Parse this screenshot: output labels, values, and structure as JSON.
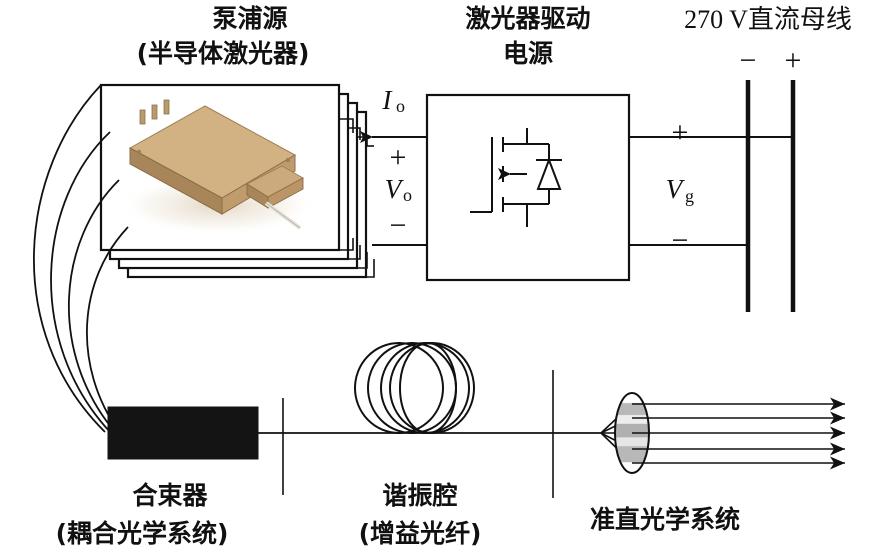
{
  "figure": {
    "title_top_left": "泵浦源",
    "subtitle_top_left": "(半导体激光器)",
    "title_top_mid_line1": "激光器驱动",
    "title_top_mid_line2": "电源",
    "title_top_right": "270 V直流母线",
    "bottom_left_line1": "合束器",
    "bottom_left_line2": "(耦合光学系统)",
    "bottom_mid_line1": "谐振腔",
    "bottom_mid_line2": "(增益光纤)",
    "bottom_right": "准直光学系统"
  },
  "electrical": {
    "output_current_symbol": "I",
    "output_current_subscript": "o",
    "output_voltage_symbol": "V",
    "output_voltage_subscript": "o",
    "bus_voltage_symbol": "V",
    "bus_voltage_subscript": "g",
    "out_plus": "+",
    "out_minus": "−",
    "bus_plus": "+",
    "bus_minus": "−",
    "rail_minus_sign": "−",
    "rail_plus_sign": "+"
  },
  "colors": {
    "ink": "#111111",
    "paper": "#ffffff",
    "module_top": "#d2b183",
    "module_side": "#ab8a5e",
    "module_front": "#bf9d70",
    "combiner_black": "#141414",
    "lens_gray": "#b6b6b6"
  },
  "components": {
    "pump_module_count": 4,
    "switch_type": "mosfet-with-body-diode",
    "lens_type": "collimating-lens",
    "fiber_coil_turns": 4,
    "output_beam_rays": 5,
    "pump_fiber_leads": 4
  }
}
